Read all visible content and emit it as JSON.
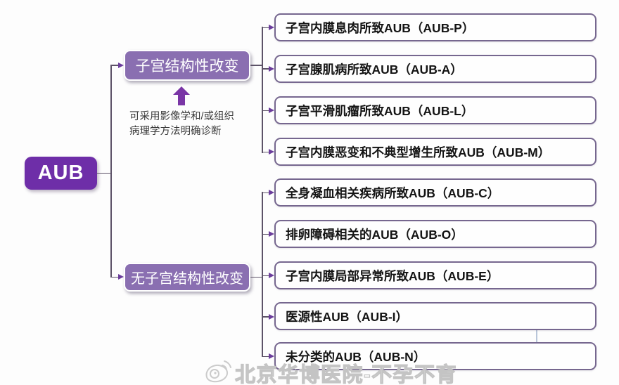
{
  "diagram": {
    "root": {
      "label": "AUB"
    },
    "structural": {
      "label": "子宫结构性改变",
      "items": [
        {
          "label": "子宫内膜息肉所致AUB（AUB-P）"
        },
        {
          "label": "子宫腺肌病所致AUB（AUB-A）"
        },
        {
          "label": "子宫平滑肌瘤所致AUB（AUB-L）"
        },
        {
          "label": "子宫内膜恶变和不典型增生所致AUB（AUB-M）"
        }
      ]
    },
    "nonstructural": {
      "label": "无子宫结构性改变",
      "items": [
        {
          "label": "全身凝血相关疾病所致AUB（AUB-C）"
        },
        {
          "label": "排卵障碍相关的AUB（AUB-O）"
        },
        {
          "label": "子宫内膜局部异常所致AUB（AUB-E）"
        },
        {
          "label": "医源性AUB（AUB-I）"
        },
        {
          "label": "未分类的AUB（AUB-N）"
        }
      ]
    },
    "annotation": {
      "line1": "可采用影像学和/或组织",
      "line2": "病理学方法明确诊断"
    }
  },
  "watermark": {
    "icon": "weibo-icon",
    "text": "北京华博医院-不孕不育"
  },
  "colors": {
    "root_fill": "#6E2EA8",
    "branch_fill": "#8A6FB1",
    "leaf_border": "#76678F",
    "connector": "#5D5368",
    "arrow_head": "#6B3D9B",
    "up_arrow": "#7A36A6",
    "leaf_text": "#141414",
    "annotation_text": "#3A3A3A",
    "watermark_grey": "#C4C4C4"
  }
}
